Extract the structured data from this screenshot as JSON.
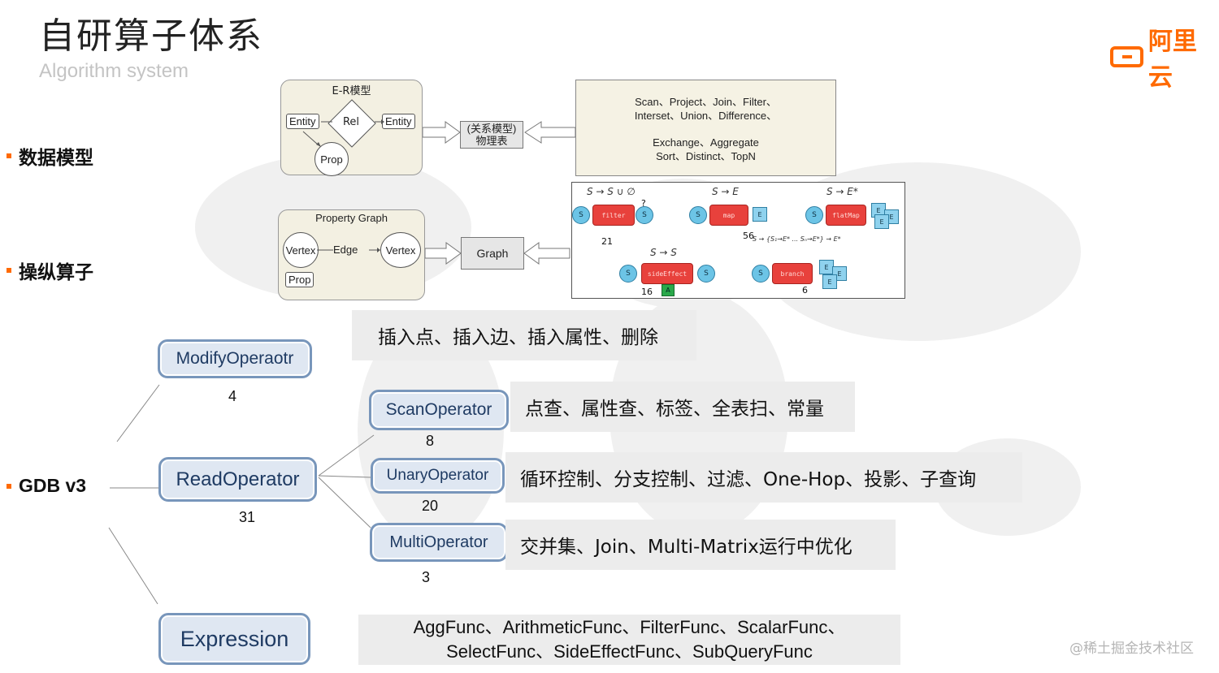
{
  "header": {
    "title": "自研算子体系",
    "subtitle": "Algorithm system",
    "logo_text": "阿里云"
  },
  "sections": {
    "data_model": "数据模型",
    "operators": "操纵算子",
    "gdb": "GDB v3"
  },
  "er_panel": {
    "title": "E-R模型",
    "entity_left": "Entity",
    "rel": "Rel",
    "entity_right": "Entity",
    "prop": "Prop"
  },
  "relational_box": {
    "line1": "(关系模型)",
    "line2": "物理表"
  },
  "relational_ops": {
    "line1": "Scan、Project、Join、Filter、",
    "line2": "Interset、Union、Difference、",
    "line3": "Exchange、Aggregate",
    "line4": "Sort、Distinct、TopN"
  },
  "pg_panel": {
    "title": "Property Graph",
    "vertex_left": "Vertex",
    "edge": "Edge",
    "vertex_right": "Vertex",
    "prop": "Prop"
  },
  "graph_box": "Graph",
  "mini_diagram": {
    "expr_filter": "S → S ∪ ∅",
    "expr_map": "S → E",
    "expr_flatmap": "S → E*",
    "expr_side": "S → S",
    "expr_branch": "S → {S₁→E* ... Sₙ→E*} → E*",
    "filter_label": "filter",
    "map_label": "map",
    "flatmap_label": "flatMap",
    "side_label": "sideEffect",
    "branch_label": "branch",
    "s": "S",
    "e": "E",
    "a": "A",
    "q": "?",
    "n_filter": "21",
    "n_map": "56",
    "n_side": "16",
    "n_branch": "6"
  },
  "tree": {
    "modify": {
      "label": "ModifyOperaotr",
      "count": "4",
      "desc": "插入点、插入边、插入属性、删除"
    },
    "read": {
      "label": "ReadOperator",
      "count": "31"
    },
    "scan": {
      "label": "ScanOperator",
      "count": "8",
      "desc": "点查、属性查、标签、全表扫、常量"
    },
    "unary": {
      "label": "UnaryOperator",
      "count": "20",
      "desc": "循环控制、分支控制、过滤、One-Hop、投影、子查询"
    },
    "multi": {
      "label": "MultiOperator",
      "count": "3",
      "desc": "交并集、Join、Multi-Matrix运行中优化"
    },
    "expression": {
      "label": "Expression",
      "desc_line1": "AggFunc、ArithmeticFunc、FilterFunc、ScalarFunc、",
      "desc_line2": "SelectFunc、SideEffectFunc、SubQueryFunc"
    }
  },
  "watermark": "@稀土掘金技术社区",
  "colors": {
    "accent": "#ff6a00",
    "node_border": "#7896bb",
    "node_fill": "#dfe7f2",
    "red_op": "#e8413c",
    "blue_s": "#6cc4e6"
  }
}
